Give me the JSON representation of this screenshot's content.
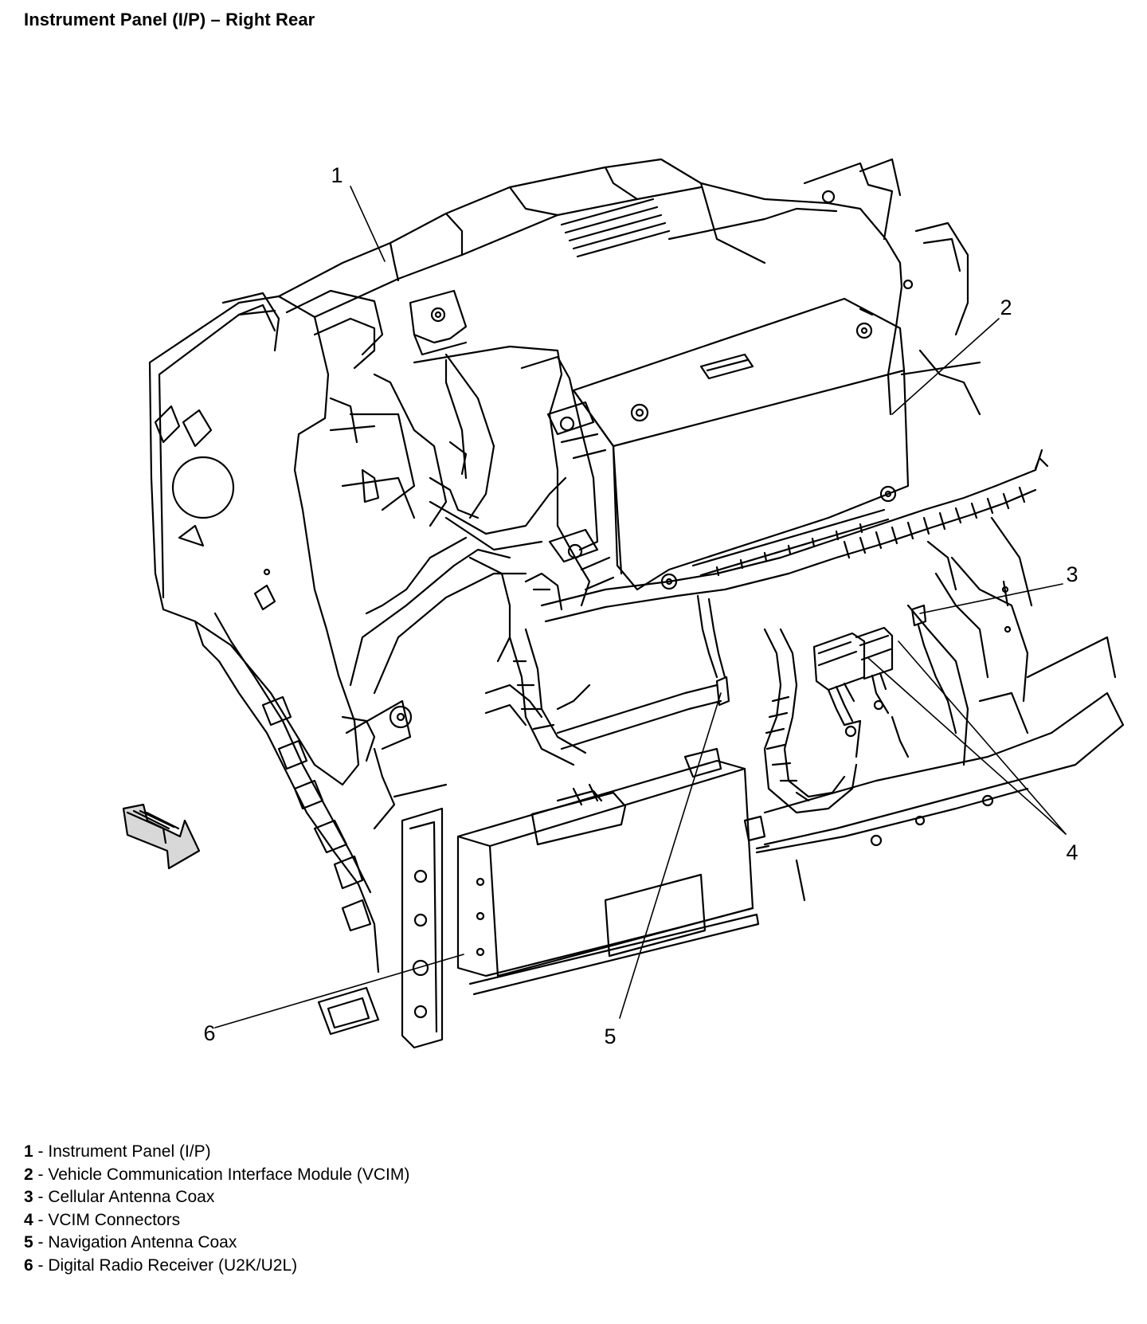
{
  "title": "Instrument Panel (I/P) – Right Rear",
  "colors": {
    "line": "#000000",
    "background": "#ffffff",
    "arrow_fill": "#d8d8d8"
  },
  "callouts": [
    {
      "number": "1"
    },
    {
      "number": "2"
    },
    {
      "number": "3"
    },
    {
      "number": "4"
    },
    {
      "number": "5"
    },
    {
      "number": "6"
    }
  ],
  "legend": [
    {
      "number": "1",
      "separator": " - ",
      "label": "Instrument Panel (I/P)"
    },
    {
      "number": "2",
      "separator": " - ",
      "label": "Vehicle Communication Interface Module (VCIM)"
    },
    {
      "number": "3",
      "separator": " - ",
      "label": "Cellular Antenna Coax"
    },
    {
      "number": "4",
      "separator": " - ",
      "label": "VCIM Connectors"
    },
    {
      "number": "5",
      "separator": " - ",
      "label": "Navigation Antenna Coax"
    },
    {
      "number": "6",
      "separator": " - ",
      "label": "Digital Radio Receiver (U2K/U2L)"
    }
  ]
}
